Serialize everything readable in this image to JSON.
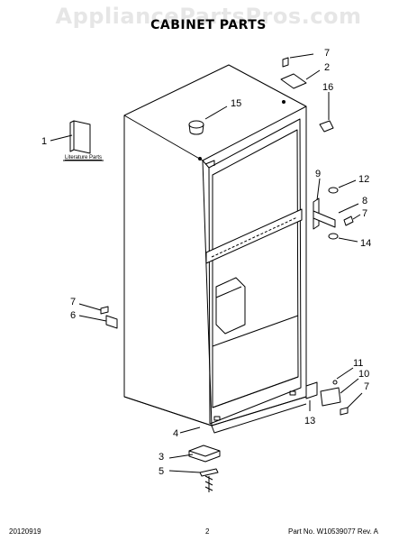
{
  "watermark": "AppliancePartsPros.com",
  "title": "CABINET PARTS",
  "literature_label": "Literature Parts",
  "callouts": {
    "c7a": "7",
    "c2": "2",
    "c16": "16",
    "c15": "15",
    "c1": "1",
    "c9": "9",
    "c12": "12",
    "c8": "8",
    "c7b": "7",
    "c14": "14",
    "c7c": "7",
    "c6": "6",
    "c11": "11",
    "c10": "10",
    "c7d": "7",
    "c13": "13",
    "c4": "4",
    "c3": "3",
    "c5": "5"
  },
  "footer": {
    "date": "20120919",
    "page": "2",
    "part_no": "Part No. W10539077  Rev. A"
  }
}
